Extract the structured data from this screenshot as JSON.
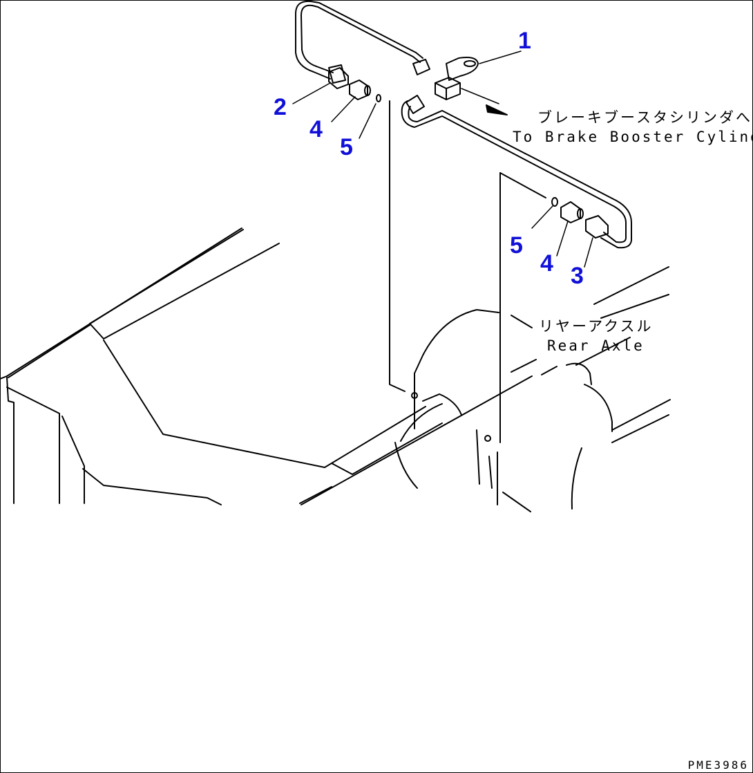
{
  "callouts": [
    {
      "id": "1",
      "label": "1"
    },
    {
      "id": "2",
      "label": "2"
    },
    {
      "id": "4a",
      "label": "4"
    },
    {
      "id": "5a",
      "label": "5"
    },
    {
      "id": "5b",
      "label": "5"
    },
    {
      "id": "4b",
      "label": "4"
    },
    {
      "id": "3",
      "label": "3"
    }
  ],
  "notes": {
    "brake_jp": "ブレーキブースタシリンダへ",
    "brake_en": "To Brake Booster Cylinder",
    "axle_jp": "リヤーアクスル",
    "axle_en": "Rear Axle"
  },
  "drawing_code": "PME3986",
  "colors": {
    "callout": "#1010d8",
    "line": "#000000",
    "background": "#ffffff"
  }
}
